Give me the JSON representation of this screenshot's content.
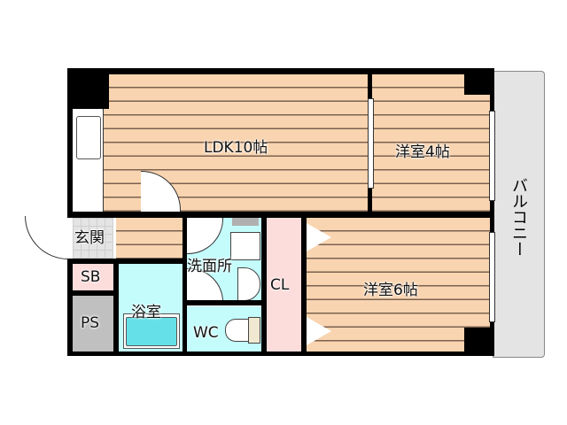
{
  "floorplan": {
    "rooms": {
      "ldk": "LDK10帖",
      "western4": "洋室4帖",
      "western6": "洋室6帖",
      "entrance": "玄関",
      "shoebox": "SB",
      "pipe_space": "PS",
      "bathroom": "浴室",
      "washroom": "洗面所",
      "toilet": "WC",
      "closet": "CL",
      "balcony": "バルコニー"
    },
    "colors": {
      "flooring": "#f9d4b0",
      "wet_area": "#c4fcfc",
      "closet": "#fddcdc",
      "shoebox": "#fddcdc",
      "pipe_space": "#c0c0c0",
      "balcony": "#e4e4e4",
      "walls": "#000000"
    }
  }
}
